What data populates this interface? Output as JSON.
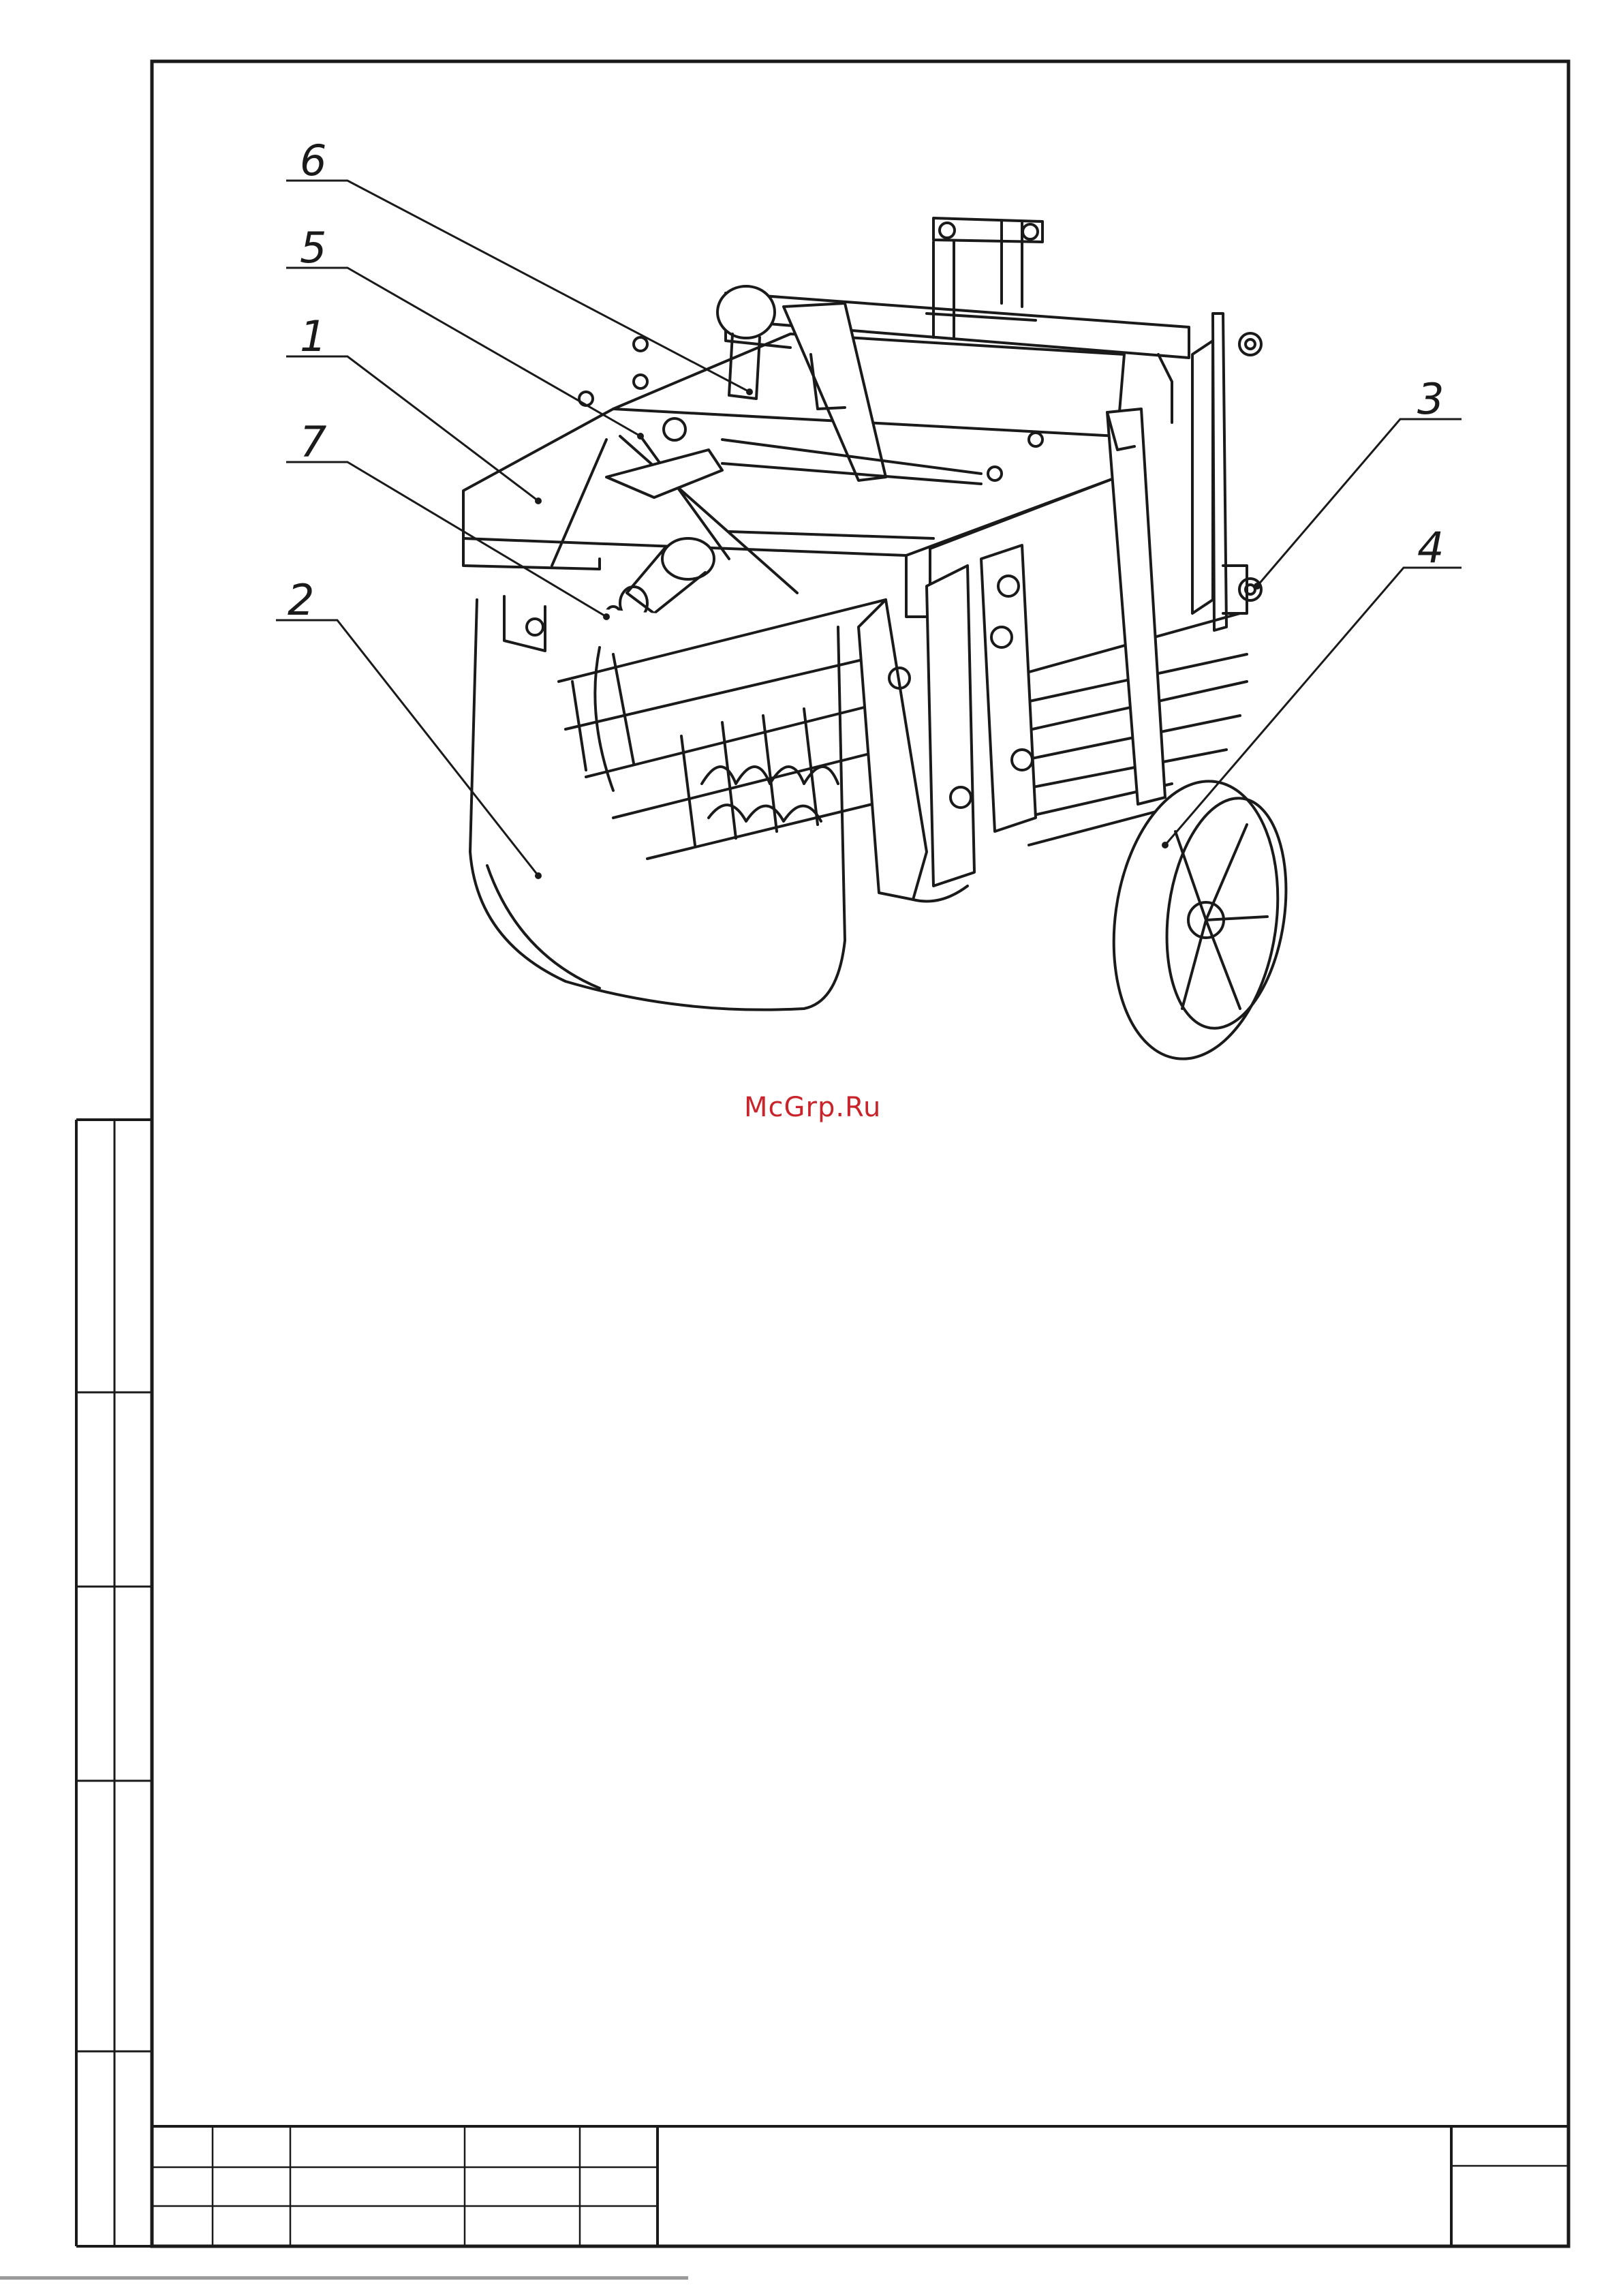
{
  "drawing": {
    "subject": "Potato digger assembly",
    "watermark": "McGrp.Ru",
    "callouts": [
      {
        "number": "6",
        "part": "part-6"
      },
      {
        "number": "5",
        "part": "part-5"
      },
      {
        "number": "1",
        "part": "frame"
      },
      {
        "number": "7",
        "part": "drive-shaft"
      },
      {
        "number": "2",
        "part": "share-blade"
      },
      {
        "number": "3",
        "part": "side-plate-bolt"
      },
      {
        "number": "4",
        "part": "support-wheel"
      }
    ]
  },
  "colors": {
    "line": "#1a1a1a",
    "watermark": "#c8242b",
    "paper": "#ffffff"
  }
}
